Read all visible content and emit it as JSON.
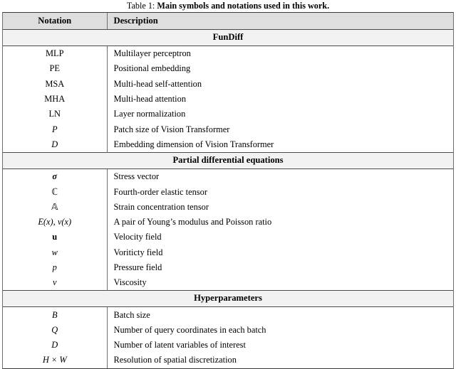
{
  "caption": {
    "label": "Table 1:",
    "text": "Main symbols and notations used in this work."
  },
  "table": {
    "columns": [
      "Notation",
      "Description"
    ],
    "sections": [
      {
        "title": "FunDiff",
        "rows": [
          {
            "notation": "MLP",
            "description": "Multilayer perceptron"
          },
          {
            "notation": "PE",
            "description": "Positional embedding"
          },
          {
            "notation": "MSA",
            "description": "Multi-head self-attention"
          },
          {
            "notation": "MHA",
            "description": "Multi-head attention"
          },
          {
            "notation": "LN",
            "description": "Layer normalization"
          },
          {
            "notation": "P",
            "description": "Patch size of Vision Transformer"
          },
          {
            "notation": "D",
            "description": "Embedding dimension of Vision Transformer"
          }
        ]
      },
      {
        "title": "Partial differential equations",
        "rows": [
          {
            "notation": "σ",
            "description": "Stress vector"
          },
          {
            "notation": "ℂ",
            "description": "Fourth-order elastic tensor"
          },
          {
            "notation": "𝔸",
            "description": "Strain concentration tensor"
          },
          {
            "notation": "E(x), ν(x)",
            "description": "A pair of Young’s modulus and Poisson ratio"
          },
          {
            "notation": "u",
            "description": "Velocity field"
          },
          {
            "notation": "w",
            "description": "Voriticty field"
          },
          {
            "notation": "p",
            "description": "Pressure field"
          },
          {
            "notation": "ν",
            "description": "Viscosity"
          }
        ]
      },
      {
        "title": "Hyperparameters",
        "rows": [
          {
            "notation": "B",
            "description": "Batch size"
          },
          {
            "notation": "Q",
            "description": "Number of query coordinates in each batch"
          },
          {
            "notation": "D",
            "description": "Number of latent variables of interest"
          },
          {
            "notation": "H × W",
            "description": "Resolution of spatial discretization"
          }
        ]
      }
    ]
  },
  "colors": {
    "header_bg": "#dedede",
    "section_bg": "#f2f2f2",
    "rule": "#3a3a3a",
    "text": "#000000"
  }
}
